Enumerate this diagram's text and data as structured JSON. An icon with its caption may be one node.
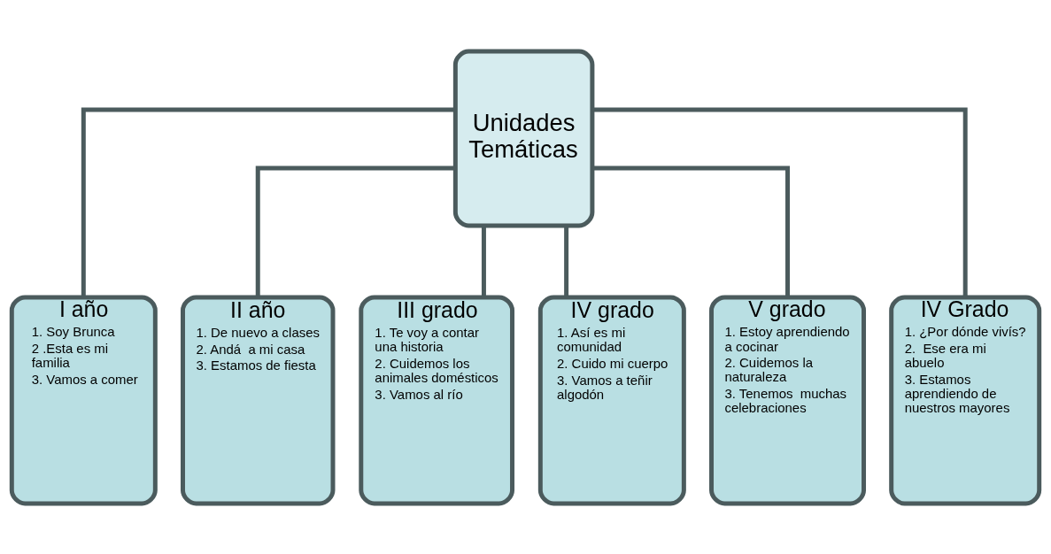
{
  "diagram": {
    "nodes": [
      {
        "text": [
          "Unidades Temáticas"
        ]
      },
      {
        "text": [
          "I año",
          "1. Soy Brunca",
          "2 .Esta es mi familia",
          "3. Vamos a comer"
        ]
      },
      {
        "text": [
          "II año",
          "1. De nuevo a clases",
          "2. Andá  a mi casa",
          "3. Estamos de fiesta"
        ]
      },
      {
        "text": [
          "III grado",
          "1. Te voy a contar una historia",
          "2. Cuidemos los animales domésticos",
          "3. Vamos al río"
        ]
      },
      {
        "text": [
          "IV grado",
          "1. Así es mi comunidad",
          "2. Cuido mi cuerpo",
          "3. Vamos a teñir algodón"
        ]
      },
      {
        "text": [
          "V grado",
          "1. Estoy aprendiendo a cocinar",
          "2. Cuidemos la naturaleza",
          "3. Tenemos  muchas celebraciones"
        ]
      },
      {
        "text": [
          "IV Grado",
          "1. ¿Por dónde vivís?",
          "2.  Ese era mi abuelo",
          "3. Estamos aprendiendo de nuestros mayores"
        ]
      }
    ],
    "edges": [
      {
        "from": 0,
        "to": 1,
        "arrow": "none"
      },
      {
        "from": 0,
        "to": 2,
        "arrow": "none"
      },
      {
        "from": 0,
        "to": 3,
        "arrow": "none"
      },
      {
        "from": 0,
        "to": 4,
        "arrow": "none"
      },
      {
        "from": 0,
        "to": 5,
        "arrow": "none"
      },
      {
        "from": 0,
        "to": 6,
        "arrow": "none"
      }
    ]
  }
}
